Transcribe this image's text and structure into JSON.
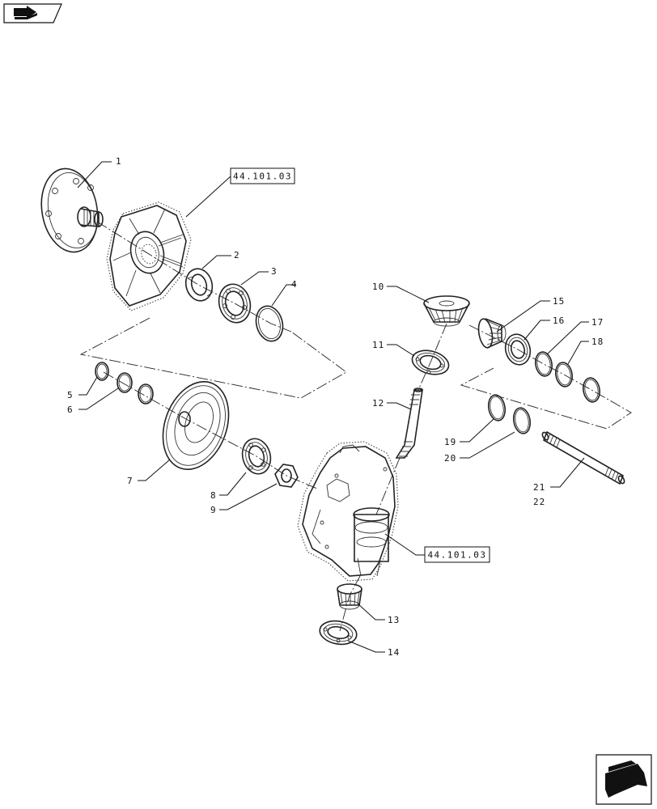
{
  "toolbar": {
    "nav_icon": "book-arrow-icon"
  },
  "footer": {
    "next_icon": "page-turn-arrow-icon"
  },
  "references": [
    {
      "text": "44.101.03"
    },
    {
      "text": "44.101.03"
    }
  ],
  "callouts": [
    "1",
    "2",
    "3",
    "4",
    "5",
    "6",
    "7",
    "8",
    "9",
    "10",
    "11",
    "12",
    "13",
    "14",
    "15",
    "16",
    "17",
    "18",
    "19",
    "20",
    "21",
    "22"
  ]
}
